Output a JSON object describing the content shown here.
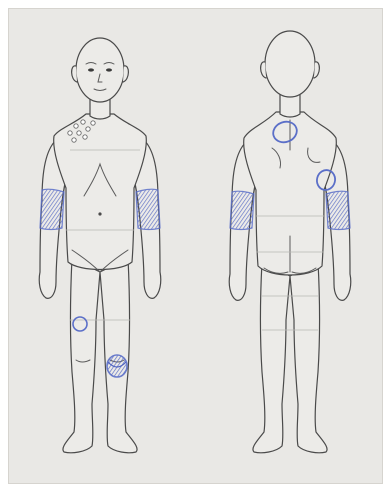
{
  "colors": {
    "paper": "#e9e8e5",
    "outline": "#4a4a4a",
    "marking": "#5b6fc8",
    "marking_fill": "#8a9bdc"
  },
  "views": [
    {
      "name": "front"
    },
    {
      "name": "back"
    }
  ],
  "markings": [
    {
      "name": "neck-shoulder-dots",
      "type": "dots",
      "view": "front"
    },
    {
      "name": "right-forearm-band",
      "type": "band",
      "view": "front"
    },
    {
      "name": "left-forearm-band",
      "type": "band",
      "view": "front"
    },
    {
      "name": "right-thigh-circle",
      "type": "circle",
      "view": "front"
    },
    {
      "name": "left-knee-patch",
      "type": "patch",
      "view": "front"
    },
    {
      "name": "upper-back-circle",
      "type": "circle",
      "view": "back"
    },
    {
      "name": "lower-back-circle",
      "type": "circle",
      "view": "back"
    },
    {
      "name": "back-left-forearm-band",
      "type": "band",
      "view": "back"
    },
    {
      "name": "back-right-forearm-band",
      "type": "band",
      "view": "back"
    }
  ]
}
